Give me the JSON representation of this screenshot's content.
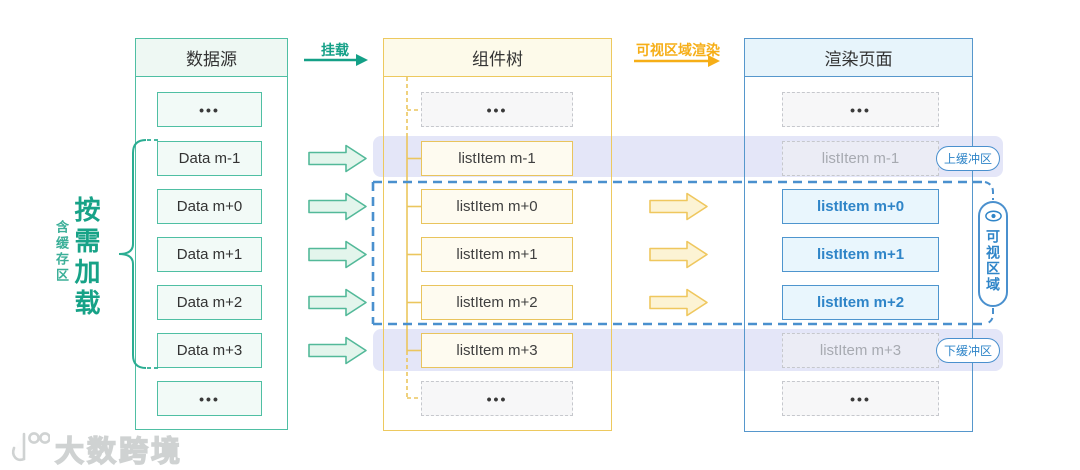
{
  "flow": {
    "mount_label": "挂载",
    "viewport_render_label": "可视区域渲染"
  },
  "left_annotation": {
    "primary": "按需加载",
    "secondary": "含缓存区"
  },
  "columns": {
    "datasource": {
      "title": "数据源",
      "items": [
        "•••",
        "Data m-1",
        "Data m+0",
        "Data m+1",
        "Data m+2",
        "Data m+3",
        "•••"
      ]
    },
    "component_tree": {
      "title": "组件树",
      "items": [
        "•••",
        "listItem m-1",
        "listItem m+0",
        "listItem m+1",
        "listItem m+2",
        "listItem m+3",
        "•••"
      ]
    },
    "render_page": {
      "title": "渲染页面",
      "items": [
        "•••",
        "listItem m-1",
        "listItem m+0",
        "listItem m+1",
        "listItem m+2",
        "listItem m+3",
        "•••"
      ]
    }
  },
  "badges": {
    "upper_buffer": "上缓冲区",
    "lower_buffer": "下缓冲区",
    "visible_area": "可视区域"
  },
  "watermark": {
    "brand": "大数跨境"
  },
  "colors": {
    "teal": "#14A087",
    "teal_border": "#4FBFA3",
    "yellow_border": "#EDC95F",
    "orange_label": "#F6AE17",
    "blue_border": "#4A90CE",
    "blue_text": "#2F85C8",
    "buffer_band": "#E4E6F8"
  }
}
